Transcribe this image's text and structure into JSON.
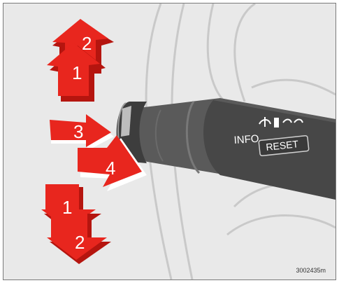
{
  "diagram": {
    "arrows": {
      "up_outer": "2",
      "up_inner": "1",
      "right_upper": "3",
      "right_lower": "4",
      "down_inner": "1",
      "down_outer": "2"
    },
    "lever": {
      "info_label": "INFO",
      "reset_label": "RESET"
    },
    "image_code": "3002435m",
    "colors": {
      "arrow": "#e8261e",
      "arrow_shadow": "#b5150f",
      "lever": "#4a4a4a",
      "background": "#e9e9e9"
    }
  }
}
